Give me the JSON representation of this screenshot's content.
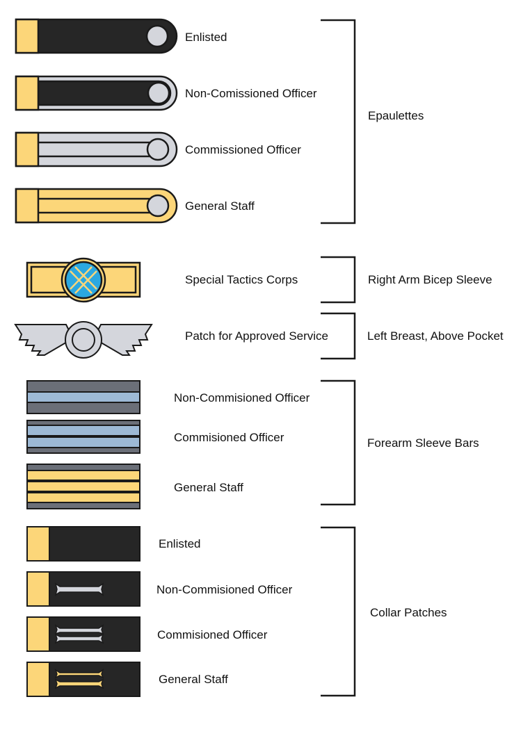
{
  "colors": {
    "outline": "#1a1a1a",
    "gold": "#fcd679",
    "dark": "#262626",
    "silver": "#d4d6dc",
    "blue_patch": "#2ba8e0",
    "bar_slate": "#6b6f78",
    "bar_blue": "#9db9d5"
  },
  "epaulettes": {
    "group_label": "Epaulettes",
    "items": [
      {
        "label": "Enlisted",
        "style": "enlisted"
      },
      {
        "label": "Non-Comissioned Officer",
        "style": "nco"
      },
      {
        "label": "Commissioned Officer",
        "style": "officer"
      },
      {
        "label": "General Staff",
        "style": "general"
      }
    ]
  },
  "bicep": {
    "label": "Special Tactics Corps",
    "group_label": "Right Arm Bicep Sleeve",
    "icon": "crossed-globe-badge-icon"
  },
  "breast": {
    "label": "Patch for Approved Service",
    "group_label": "Left Breast, Above Pocket",
    "icon": "winged-roundel-icon"
  },
  "forearm": {
    "group_label": "Forearm Sleeve Bars",
    "items": [
      {
        "label": "Non-Commisioned Officer",
        "style": "nco"
      },
      {
        "label": "Commisioned Officer",
        "style": "officer"
      },
      {
        "label": "General Staff",
        "style": "general"
      }
    ]
  },
  "collar": {
    "group_label": "Collar Patches",
    "items": [
      {
        "label": "Enlisted",
        "style": "enlisted"
      },
      {
        "label": "Non-Commisioned Officer",
        "style": "nco"
      },
      {
        "label": "Commisioned Officer",
        "style": "officer"
      },
      {
        "label": "General Staff",
        "style": "general"
      }
    ]
  }
}
